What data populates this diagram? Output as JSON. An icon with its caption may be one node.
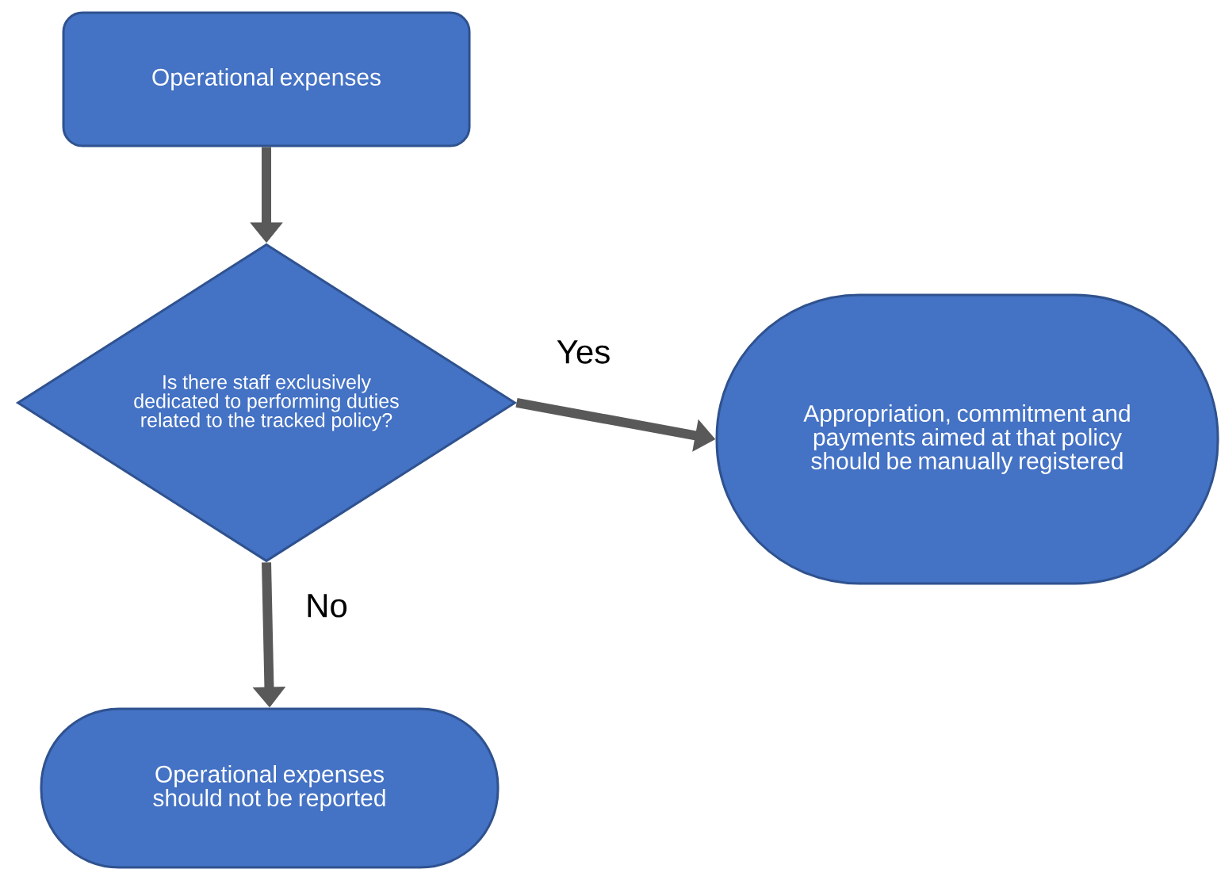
{
  "diagram": {
    "nodes": [
      {
        "text": [
          "Operational expenses"
        ]
      },
      {
        "text": [
          "Is there staff exclusively dedicated to performing duties related to the tracked policy?"
        ]
      },
      {
        "text": [
          "Appropriation, commitment and payments aimed at that policy should be manually registered"
        ]
      },
      {
        "text": [
          "Operational expenses should not be reported"
        ]
      }
    ],
    "edges": [
      {
        "from": 0,
        "to": 1,
        "arrow": "to"
      },
      {
        "from": 1,
        "to": 2,
        "arrow": "to",
        "label": "Yes"
      },
      {
        "from": 1,
        "to": 3,
        "arrow": "to",
        "label": "No"
      }
    ]
  }
}
